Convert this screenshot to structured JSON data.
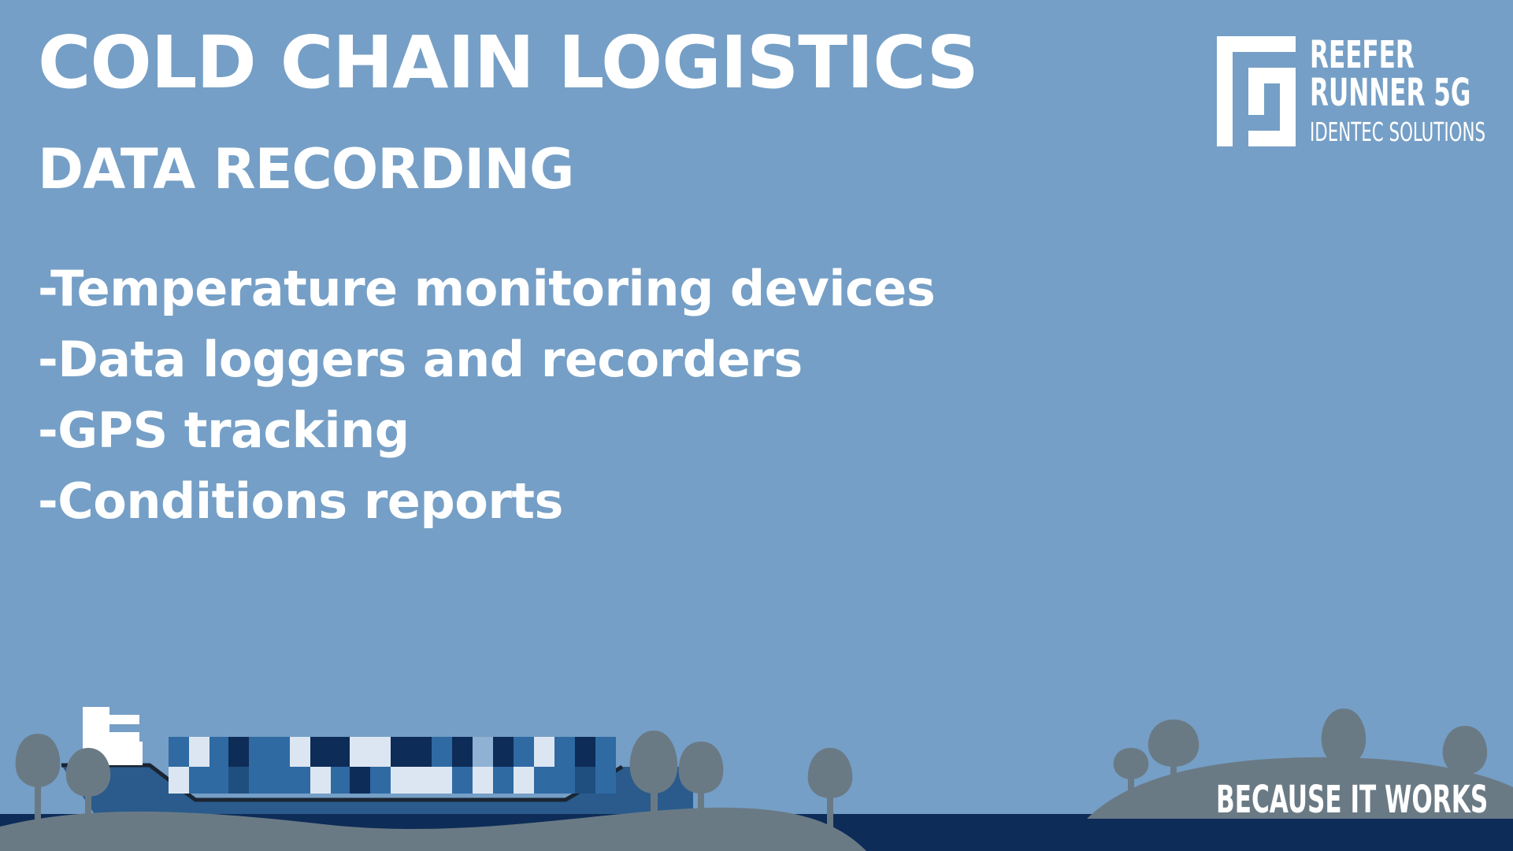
{
  "slide": {
    "title": "COLD CHAIN LOGISTICS",
    "subtitle": "DATA RECORDING",
    "bullets": [
      "-Temperature monitoring devices",
      "-Data loggers and recorders",
      "-GPS tracking",
      "-Conditions reports"
    ],
    "tagline": "BECAUSE IT WORKS"
  },
  "logo": {
    "line1": "REEFER",
    "line2": "RUNNER 5G",
    "line3": "IDENTEC SOLUTIONS"
  },
  "colors": {
    "background": "#759fc6",
    "text": "#ffffff",
    "sea": "#0d2c57",
    "hull": "#2a5b8c",
    "land": "#6a7a85",
    "tree": "#6a7a85"
  },
  "icons": {
    "logo": "reefer-runner-logo-icon",
    "ship": "container-ship-icon",
    "trees": "tree-icon"
  }
}
